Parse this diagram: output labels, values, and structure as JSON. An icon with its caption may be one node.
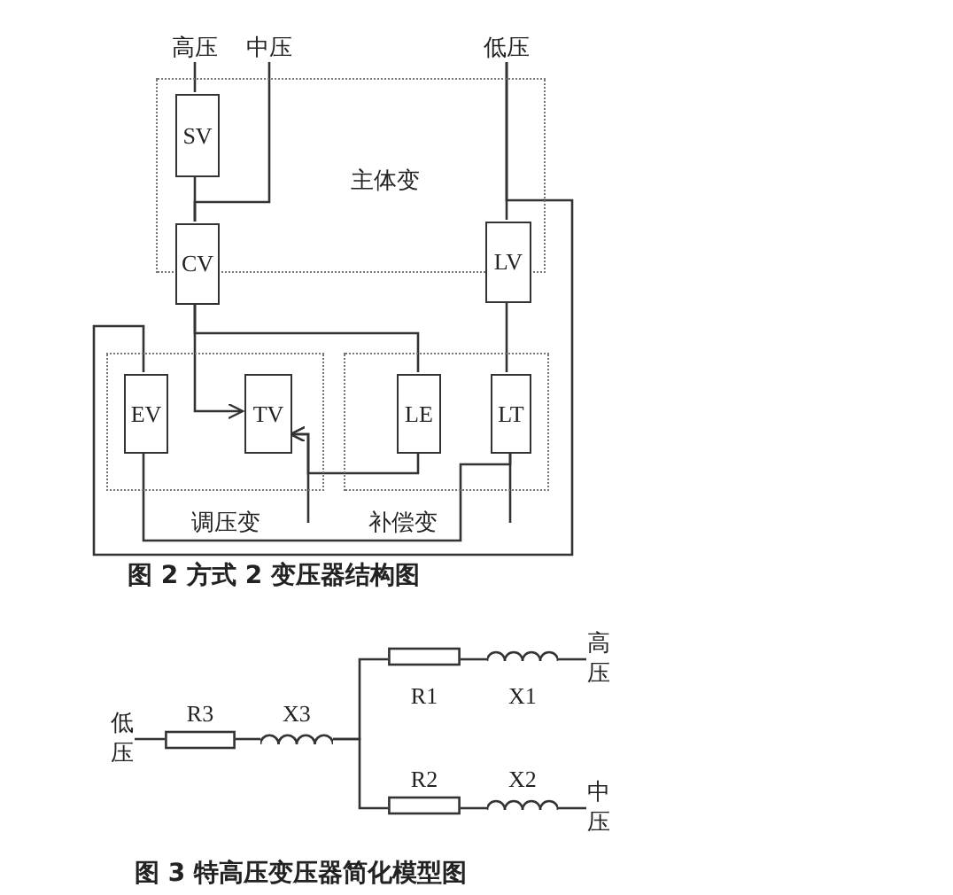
{
  "diagram": {
    "nodes": [
      {
        "text": [
          "主体变"
        ]
      },
      {
        "text": [
          "SV"
        ],
        "in": 0
      },
      {
        "text": [
          "CV"
        ],
        "in": 0
      },
      {
        "text": [
          "LV"
        ],
        "in": 0
      },
      {
        "text": [
          "调压变"
        ]
      },
      {
        "text": [
          "EV"
        ],
        "in": 4
      },
      {
        "text": [
          "TV"
        ],
        "in": 4
      },
      {
        "text": [
          "补偿变"
        ]
      },
      {
        "text": [
          "LE"
        ],
        "in": 7
      },
      {
        "text": [
          "LT"
        ],
        "in": 7
      },
      {
        "text": [
          "高压"
        ]
      },
      {
        "text": [
          "中压"
        ]
      },
      {
        "text": [
          "低压"
        ]
      },
      {
        "text": [
          "低压"
        ]
      },
      {
        "text": [
          "R3"
        ]
      },
      {
        "text": [
          "X3"
        ]
      },
      {
        "text": [
          "R1"
        ]
      },
      {
        "text": [
          "X1"
        ]
      },
      {
        "text": [
          "高压"
        ]
      },
      {
        "text": [
          "R2"
        ]
      },
      {
        "text": [
          "X2"
        ]
      },
      {
        "text": [
          "中压"
        ]
      }
    ],
    "edges": [
      {
        "from": 10,
        "to": 1,
        "arrow": "none"
      },
      {
        "from": 1,
        "to": 2,
        "arrow": "none"
      },
      {
        "from": 11,
        "to": 2,
        "arrow": "none"
      },
      {
        "from": 12,
        "to": 3,
        "arrow": "none"
      },
      {
        "from": 12,
        "to": 5,
        "arrow": "none"
      },
      {
        "from": 2,
        "to": 6,
        "arrow": "to"
      },
      {
        "from": 2,
        "to": 8,
        "arrow": "none"
      },
      {
        "from": 3,
        "to": 9,
        "arrow": "none"
      },
      {
        "from": 8,
        "to": 6,
        "arrow": "to"
      },
      {
        "from": null,
        "to": 6,
        "arrow": "to"
      },
      {
        "from": 5,
        "to": 9,
        "arrow": "none"
      },
      {
        "from": 9,
        "to": null,
        "arrow": "none"
      },
      {
        "from": 13,
        "to": 14,
        "arrow": "none"
      },
      {
        "from": 14,
        "to": 15,
        "arrow": "none"
      },
      {
        "from": 15,
        "to": 16,
        "arrow": "none"
      },
      {
        "from": 15,
        "to": 19,
        "arrow": "none"
      },
      {
        "from": 16,
        "to": 17,
        "arrow": "none"
      },
      {
        "from": 17,
        "to": 18,
        "arrow": "none"
      },
      {
        "from": 19,
        "to": 20,
        "arrow": "none"
      },
      {
        "from": 20,
        "to": 21,
        "arrow": "none"
      }
    ],
    "labels": [
      "图 2 方式 2 变压器结构图",
      "图 3 特高压变压器简化模型图"
    ]
  }
}
